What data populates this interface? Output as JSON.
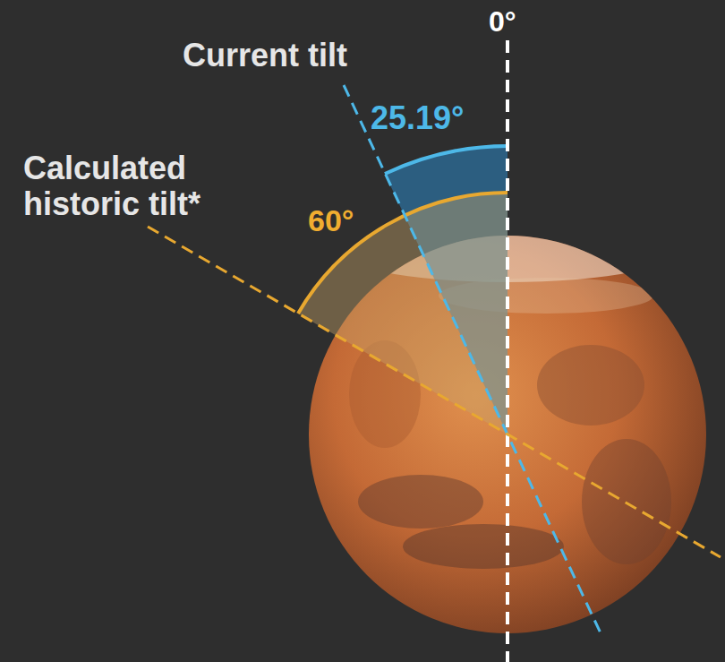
{
  "diagram": {
    "labels": [
      "0°",
      "Current tilt",
      "25.19°",
      "Calculated historic tilt*",
      "60°"
    ]
  }
}
